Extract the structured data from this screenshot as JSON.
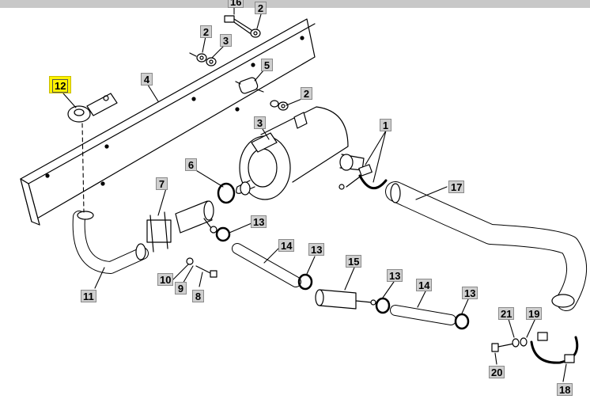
{
  "colors": {
    "highlight": "#fff200",
    "callout_bg": "#cfcfcf",
    "line": "#000000"
  },
  "callouts": {
    "c1": "1",
    "c2a": "2",
    "c2b": "2",
    "c2c": "2",
    "c3a": "3",
    "c3b": "3",
    "c4": "4",
    "c5": "5",
    "c6": "6",
    "c7": "7",
    "c8": "8",
    "c9": "9",
    "c10": "10",
    "c11": "11",
    "c12": "12",
    "c13a": "13",
    "c13b": "13",
    "c13c": "13",
    "c13d": "13",
    "c14a": "14",
    "c14b": "14",
    "c15": "15",
    "c16": "16",
    "c17": "17",
    "c18": "18",
    "c19": "19",
    "c20": "20",
    "c21": "21"
  },
  "highlighted_part": "12"
}
